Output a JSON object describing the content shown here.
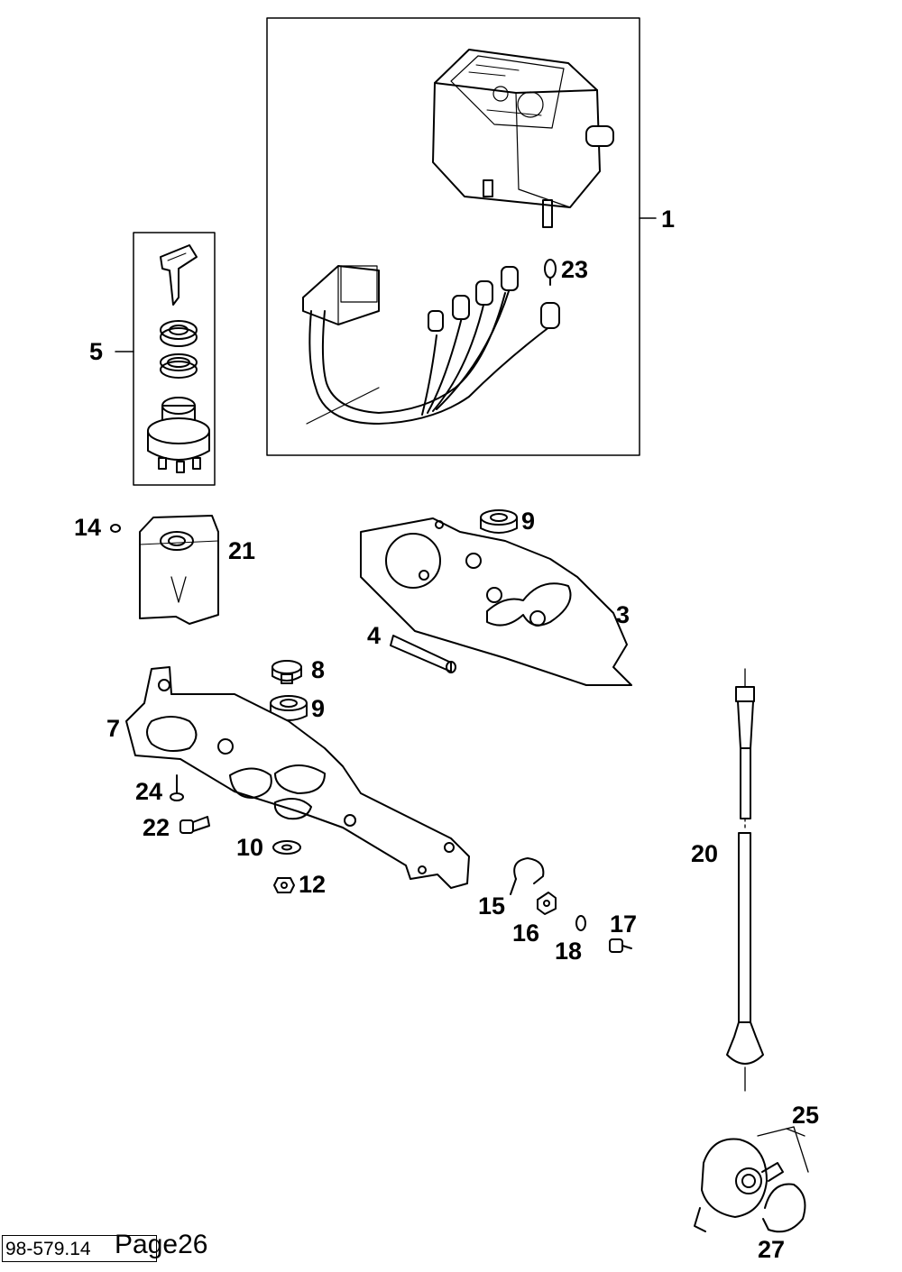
{
  "diagram": {
    "callouts": [
      {
        "id": "1",
        "label": "1"
      },
      {
        "id": "3",
        "label": "3"
      },
      {
        "id": "4",
        "label": "4"
      },
      {
        "id": "5",
        "label": "5"
      },
      {
        "id": "7",
        "label": "7"
      },
      {
        "id": "8",
        "label": "8"
      },
      {
        "id": "9a",
        "label": "9"
      },
      {
        "id": "9b",
        "label": "9"
      },
      {
        "id": "10",
        "label": "10"
      },
      {
        "id": "12",
        "label": "12"
      },
      {
        "id": "14",
        "label": "14"
      },
      {
        "id": "15",
        "label": "15"
      },
      {
        "id": "16",
        "label": "16"
      },
      {
        "id": "17",
        "label": "17"
      },
      {
        "id": "18",
        "label": "18"
      },
      {
        "id": "20",
        "label": "20"
      },
      {
        "id": "21",
        "label": "21"
      },
      {
        "id": "22",
        "label": "22"
      },
      {
        "id": "23",
        "label": "23"
      },
      {
        "id": "24",
        "label": "24"
      },
      {
        "id": "25",
        "label": "25"
      },
      {
        "id": "27",
        "label": "27"
      }
    ]
  },
  "footer": {
    "reference_code": "98-579.14",
    "page_label": "Page26"
  }
}
